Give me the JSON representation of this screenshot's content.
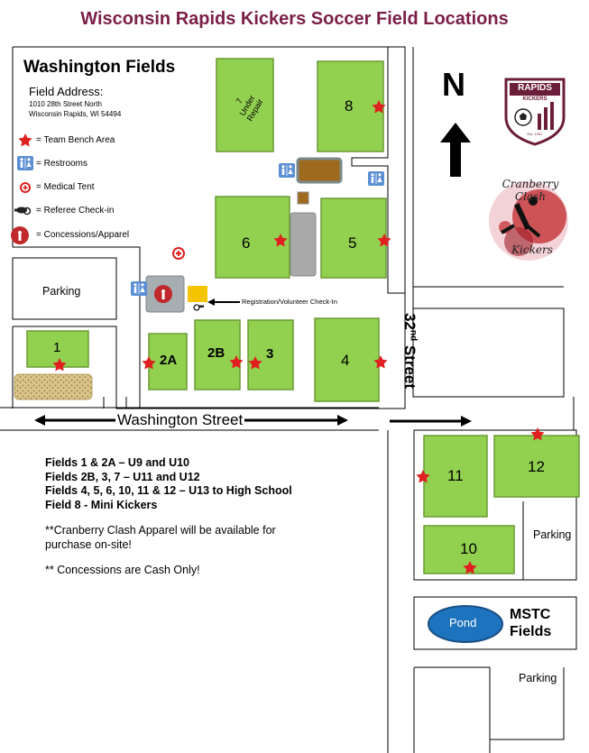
{
  "title": "Wisconsin Rapids Kickers Soccer Field Locations",
  "washington": {
    "heading": "Washington Fields",
    "address_label": "Field Address:",
    "address_line1": "1010 28th Street North",
    "address_line2": "Wisconsin Rapids, WI 54494"
  },
  "legend": [
    {
      "icon": "star-icon",
      "text": "= Team Bench Area"
    },
    {
      "icon": "restroom-icon",
      "text": "= Restrooms"
    },
    {
      "icon": "medical-cross-icon",
      "text": "= Medical Tent"
    },
    {
      "icon": "whistle-icon",
      "text": "= Referee Check-in"
    },
    {
      "icon": "concessions-icon",
      "text": "= Concessions/Apparel"
    }
  ],
  "fields": {
    "f1": "1",
    "f2a": "2A",
    "f2b": "2B",
    "f3": "3",
    "f4": "4",
    "f5": "5",
    "f6": "6",
    "f7_num": "7",
    "f7_note": "Under Repair",
    "f8": "8",
    "f10": "10",
    "f11": "11",
    "f12": "12"
  },
  "labels": {
    "parking_left": "Parking",
    "parking_right": "Parking",
    "parking_bottom": "Parking",
    "registration": "Registration/Volunteer Check-In",
    "washington_street": "Washington Street",
    "street_32_num": "32",
    "street_32_suffix": "nd",
    "street_32_word": "Street",
    "north": "N",
    "pond": "Pond",
    "mstc_line1": "MSTC",
    "mstc_line2": "Fields"
  },
  "logos": {
    "rapids": "RAPIDS",
    "rapids_sub": "KICKERS",
    "rapids_est": "Est. 1991",
    "cranberry_line1": "Cranberry Clash",
    "cranberry_line2": "Kickers"
  },
  "notes": {
    "line1": "Fields 1 & 2A – U9 and U10",
    "line2": "Fields 2B, 3, 7 – U11 and U12",
    "line3": "Fields 4, 5, 6, 10, 11 & 12 – U13 to High School",
    "line4": "Field 8 - Mini Kickers",
    "line5": "**Cranberry Clash Apparel will be available for",
    "line6": "purchase on-site!",
    "line7": "** Concessions are Cash Only!"
  },
  "colors": {
    "title": "#7a2048",
    "field": "#92d050",
    "star": "#e02020",
    "pond": "#1e73be",
    "restroom": "#5b8fd4",
    "building": "#9e6a1e",
    "registration": "#f5c400",
    "concessions": "#c0282c"
  }
}
